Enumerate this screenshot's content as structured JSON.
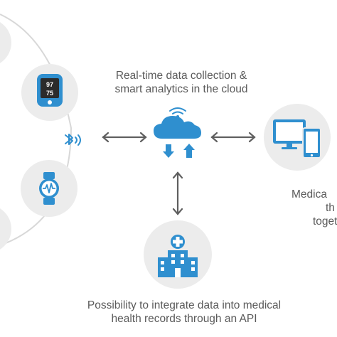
{
  "captions": {
    "cloud": [
      "Real-time data collection &",
      "smart analytics in the cloud"
    ],
    "ehr": [
      "Possibility to integrate data into medical",
      "health records through an API"
    ],
    "right_clipped": [
      "Medica",
      "th",
      "toget"
    ]
  },
  "oximeter": {
    "top_value": "97",
    "bottom_value": "75"
  },
  "colors": {
    "accent": "#2f8fcf",
    "circle": "#ececec",
    "arrow": "#5f5f5f",
    "text": "#5a5a5a",
    "ring": "#d8d8d8"
  },
  "icons": [
    "pulse-oximeter-icon",
    "smartwatch-icon",
    "bluetooth-icon",
    "cloud-sync-icon",
    "monitor-tablet-icon",
    "hospital-icon"
  ]
}
